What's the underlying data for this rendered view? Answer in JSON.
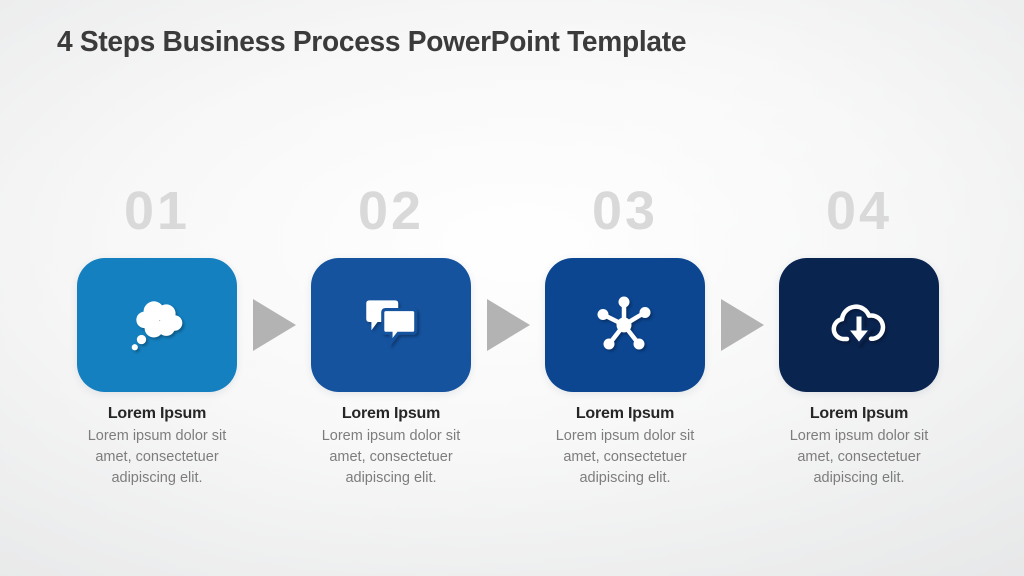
{
  "slide": {
    "title": "4 Steps Business Process PowerPoint Template"
  },
  "colors": {
    "background_center": "#fafafa",
    "background_edge": "#e6e7e8",
    "title": "#3b3b3b",
    "step_number": "#d9d9d9",
    "arrow": "#b3b3b3",
    "heading": "#262626",
    "body_text": "#7d7d7d",
    "icon": "#ffffff"
  },
  "steps": [
    {
      "number": "01",
      "icon": "thought-bubble-icon",
      "box_color": "#1480c0",
      "heading": "Lorem Ipsum",
      "description": "Lorem ipsum dolor sit amet, consectetuer adipiscing elit."
    },
    {
      "number": "02",
      "icon": "chat-bubbles-icon",
      "box_color": "#15539f",
      "heading": "Lorem Ipsum",
      "description": "Lorem ipsum dolor sit amet, consectetuer adipiscing elit."
    },
    {
      "number": "03",
      "icon": "network-hub-icon",
      "box_color": "#0c4691",
      "heading": "Lorem Ipsum",
      "description": "Lorem ipsum dolor sit amet, consectetuer adipiscing elit."
    },
    {
      "number": "04",
      "icon": "cloud-download-icon",
      "box_color": "#0a2450",
      "heading": "Lorem Ipsum",
      "description": "Lorem ipsum dolor sit amet, consectetuer adipiscing elit."
    }
  ]
}
